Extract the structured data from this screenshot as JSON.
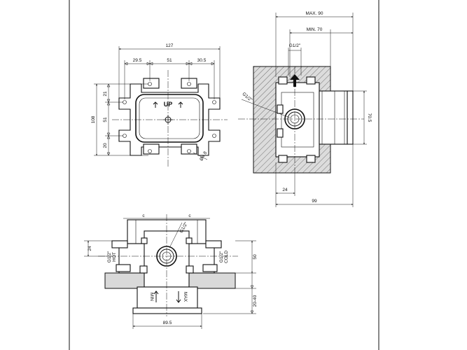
{
  "top_view": {
    "overall_width": "127",
    "offset_left": "29.5",
    "center_spacing": "51",
    "offset_right": "30.5",
    "overall_height": "108",
    "height_top": "21",
    "height_middle": "51",
    "height_bottom": "20",
    "hole_diameter": "Ø4.8",
    "up_label": "UP"
  },
  "side_view": {
    "max_depth": "MAX. 90",
    "min_depth": "MIN. 70",
    "thread_top": "G1/2\"",
    "thread_side": "G1/2\"",
    "height": "70.5",
    "offset": "24",
    "total_depth": "99"
  },
  "front_view": {
    "top_mark_left": "c",
    "top_mark_right": "c",
    "thread_center": "G1/2\"",
    "hot_thread": "G1/2\"",
    "hot_label": "HOT",
    "cold_thread": "G1/2\"",
    "cold_label": "COLD",
    "offset": "24",
    "height": "50",
    "range": "20-40",
    "min_label": "MIN",
    "max_label": "MAX",
    "width": "89.5"
  }
}
